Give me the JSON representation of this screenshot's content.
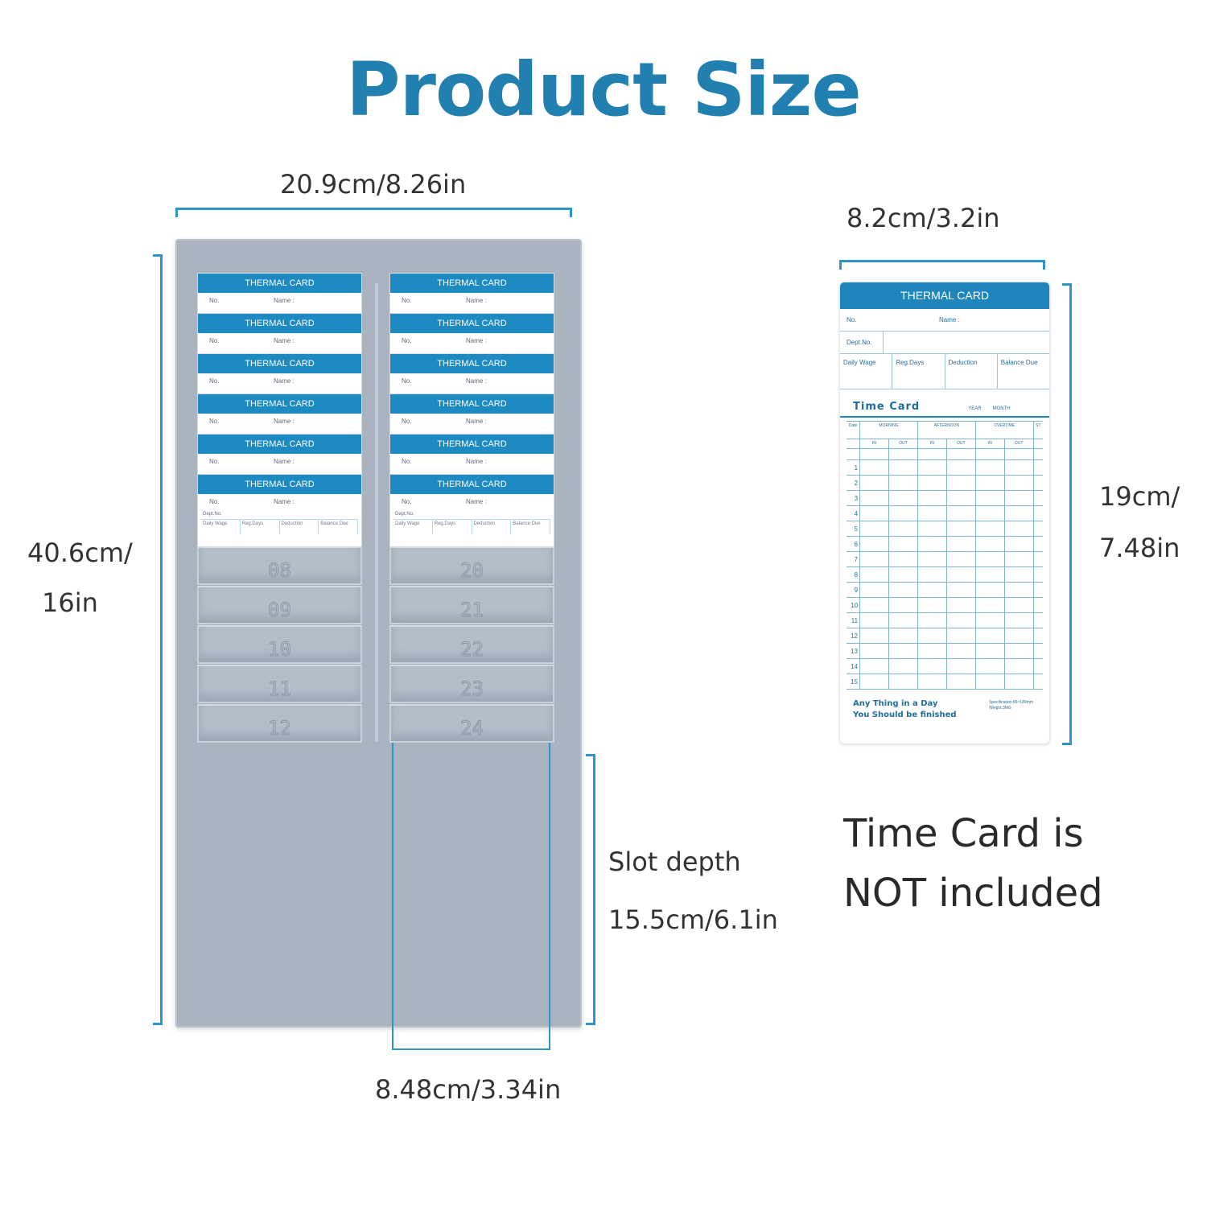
{
  "title": "Product Size",
  "rack": {
    "width_label": "20.9cm/8.26in",
    "height_label_1": "40.6cm/",
    "height_label_2": "16in",
    "slot_depth_label": "Slot depth",
    "slot_depth_value": "15.5cm/6.1in",
    "slot_width_label": "8.48cm/3.34in",
    "card_title": "THERMAL CARD",
    "card_no": "No.",
    "card_name": "Name :",
    "card_dept": "Dept.No.",
    "card_cols": [
      "Daily Wage",
      "Reg.Days",
      "Deduction",
      "Balance Due"
    ],
    "left_slot_numbers": [
      "08",
      "09",
      "10",
      "11",
      "12"
    ],
    "right_slot_numbers": [
      "20",
      "21",
      "22",
      "23",
      "24"
    ]
  },
  "timecard": {
    "width_label": "8.2cm/3.2in",
    "height_label_1": "19cm/",
    "height_label_2": "7.48in",
    "header": "THERMAL CARD",
    "no": "No.",
    "name": "Name :",
    "dept": "Dept.No.",
    "cols": [
      "Daily Wage",
      "Reg.Days",
      "Deduction",
      "Balance Due"
    ],
    "section_title": "Time Card",
    "year": "YEAR",
    "month": "MONTH",
    "grid_headers": [
      "Date",
      "MORNING",
      "AFTERNOON",
      "OVERTIME",
      "ST"
    ],
    "grid_sub": [
      "IN",
      "OUT",
      "IN",
      "OUT",
      "IN",
      "OUT"
    ],
    "rows": [
      "1",
      "2",
      "3",
      "4",
      "5",
      "6",
      "7",
      "8",
      "9",
      "10",
      "11",
      "12",
      "13",
      "14",
      "15"
    ],
    "footer_1": "Any Thing in a Day",
    "footer_2": "You Should be finished",
    "spec_1": "Specification:85×189mm",
    "spec_2": "Weight:3MG"
  },
  "notice_1": "Time Card is",
  "notice_2": "NOT included",
  "accent_color": "#2280b0",
  "dimension_line_color": "#2f95c8"
}
